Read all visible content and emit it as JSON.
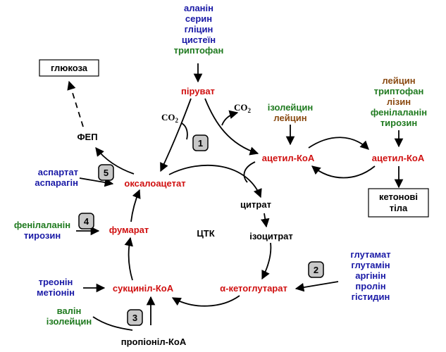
{
  "colors": {
    "blue": "#1a1aa6",
    "green": "#1f7a1f",
    "brown": "#8a4a12",
    "red": "#d01010",
    "black": "#000000",
    "step_box": "#c8c8c8"
  },
  "amino_top": [
    "аланін",
    "серин",
    "гліцин",
    "цистеїн",
    "триптофан"
  ],
  "amino_isoleucine": [
    "ізолейцин",
    "лейцин"
  ],
  "amino_right_top": [
    "лейцин",
    "триптофан",
    "лізин",
    "фенілаланін",
    "тирозин"
  ],
  "amino_aspartate": [
    "аспартат",
    "аспарагін"
  ],
  "amino_phenyl": [
    "фенілаланін",
    "тирозин"
  ],
  "amino_threonine": [
    "треонін",
    "метіонін"
  ],
  "amino_valine": [
    "валін",
    "ізолейцин"
  ],
  "amino_glutamate": [
    "глутамат",
    "глутамін",
    "аргінін",
    "пролін",
    "гістидин"
  ],
  "metabolites": {
    "glucose": "глюкоза",
    "pyruvate": "піруват",
    "co2_left": "CO",
    "co2_right": "CO",
    "co2_sub": "2",
    "pep": "ФЕП",
    "acetyl_coa_1": "ацетил-КоА",
    "acetyl_coa_2": "ацетил-КоА",
    "oxaloacetate": "оксалоацетат",
    "citrate": "цитрат",
    "isocitrate": "ізоцитрат",
    "alpha_ketoglutarate": "α-кетоглутарат",
    "succinyl_coa": "сукциніл-КоА",
    "fumarate": "фумарат",
    "propionyl_coa": "пропіоніл-КоА",
    "ketone_bodies": [
      "кетонові",
      "тіла"
    ],
    "cycle_label": "ЦТК"
  },
  "steps": [
    "1",
    "2",
    "3",
    "4",
    "5"
  ]
}
